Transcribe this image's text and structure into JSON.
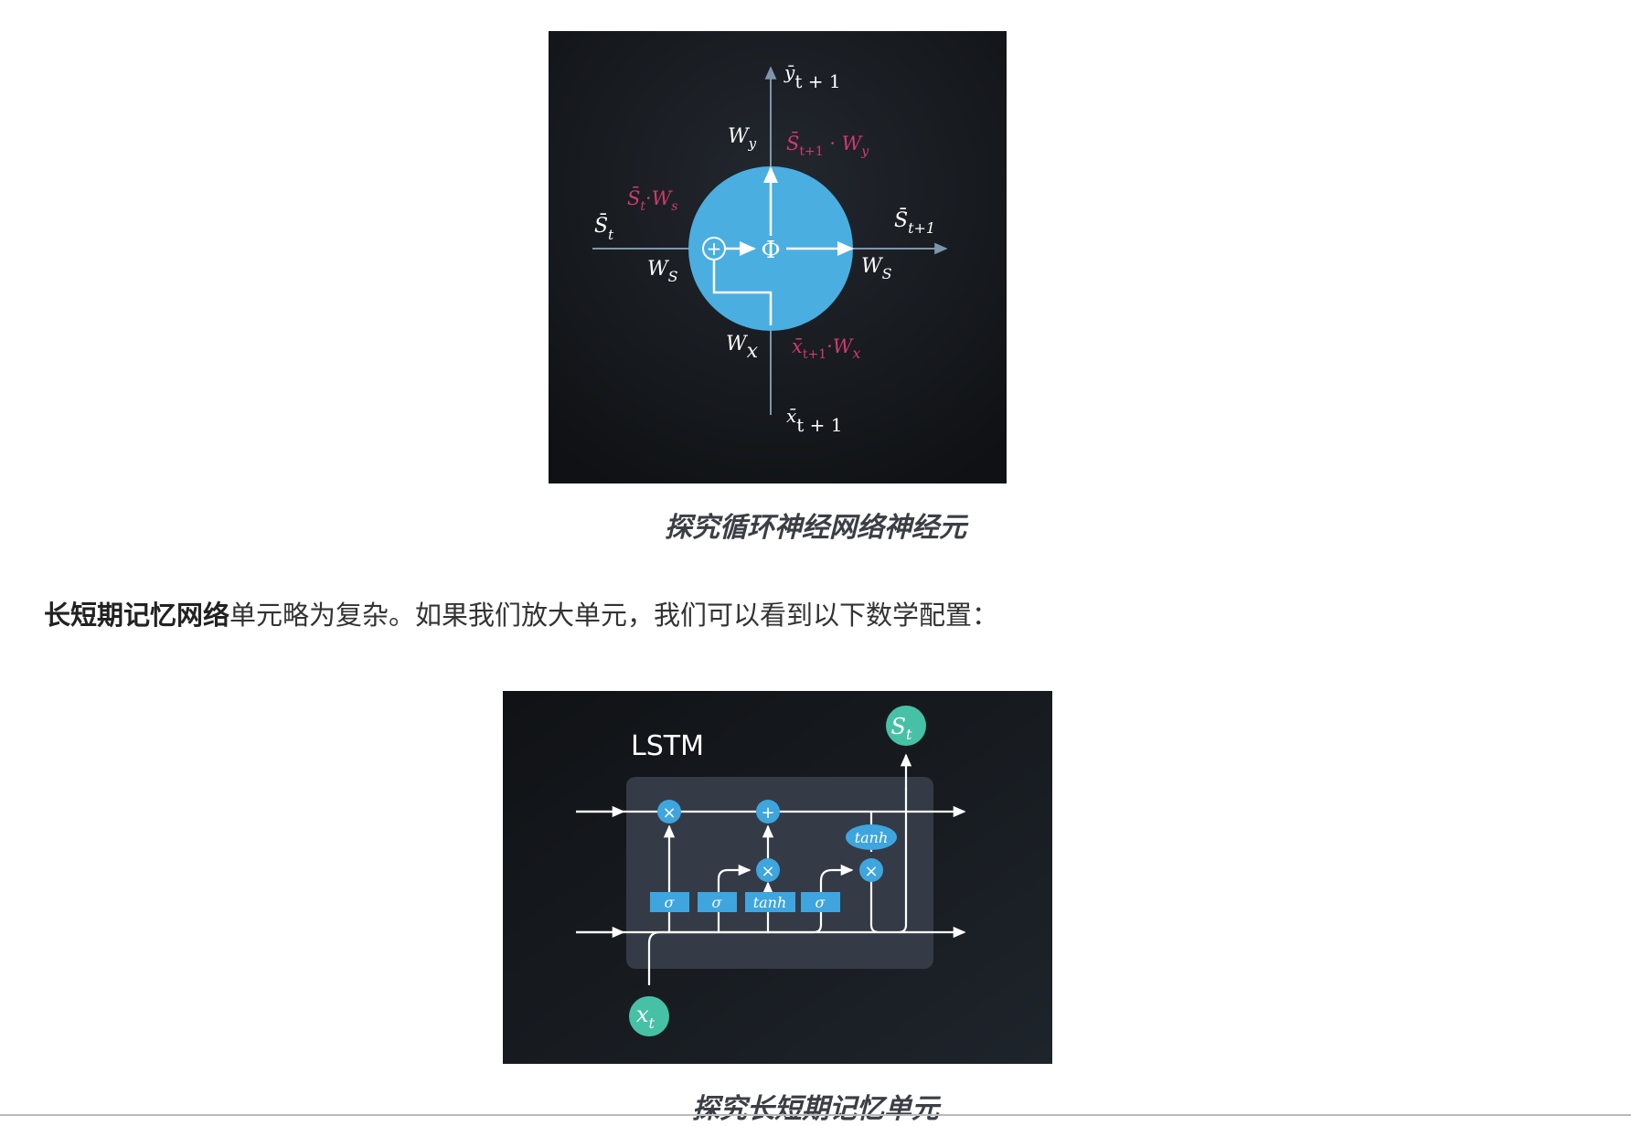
{
  "figure1": {
    "labels": {
      "y_top": "ȳ",
      "y_top_sub": "t + 1",
      "wy": "W",
      "wy_sub": "y",
      "sy_prod": "S̄",
      "sy_prod_sub": "t+1",
      "sy_prod_tail": " · W",
      "sy_prod_tail_sub": "y",
      "ss_prod": "S̄",
      "ss_prod_sub": "t",
      "ss_prod_tail": "·W",
      "ss_prod_tail_sub": "s",
      "st": "S̄",
      "st_sub": "t",
      "st1": "S̄",
      "st1_sub": "t+1",
      "ws_left": "W",
      "ws_left_sub": "S",
      "ws_right": "W",
      "ws_right_sub": "S",
      "phi": "Φ",
      "plus": "+",
      "wx": "W",
      "wx_sub": "x",
      "x_prod": "x̄",
      "x_prod_sub": "t+1",
      "x_prod_tail": "·W",
      "x_prod_tail_sub": "x",
      "x_bottom": "x̄",
      "x_bottom_sub": "t + 1"
    },
    "colors": {
      "background": "#121418",
      "circle": "#4aaee0",
      "axis": "#7f95ad",
      "highlight": "#d23a6e",
      "text": "#ffffff"
    }
  },
  "caption1": "探究循环神经网络神经元",
  "paragraph": {
    "bold": "长短期记忆网络",
    "rest": "单元略为复杂。如果我们放大单元，我们可以看到以下数学配置："
  },
  "figure2": {
    "title": "LSTM",
    "gate_labels": [
      "σ",
      "σ",
      "tanh",
      "σ"
    ],
    "tanh_ellipse": "tanh",
    "times": "×",
    "plus": "+",
    "output": "S",
    "output_sub": "t",
    "input": "x",
    "input_sub": "t",
    "colors": {
      "background": "#131619",
      "panel": "#343b46",
      "gate": "#3ea5df",
      "node": "#47c1a6"
    }
  },
  "caption2": "探究长短期记忆单元"
}
